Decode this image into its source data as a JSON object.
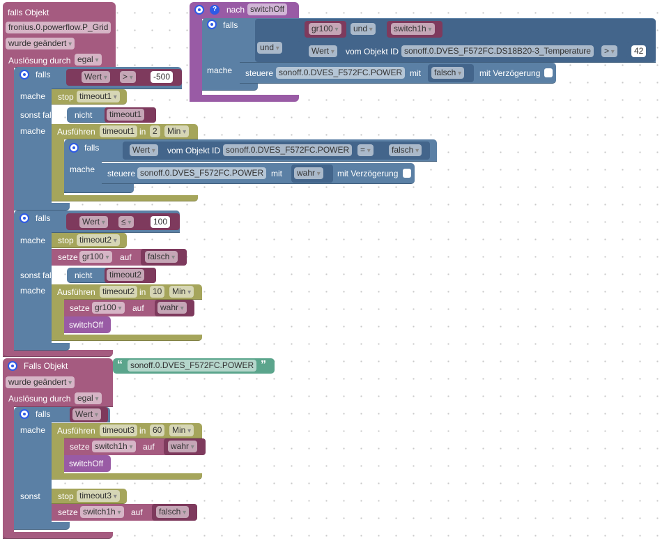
{
  "block1": {
    "header": "falls Objekt",
    "object_id": "fronius.0.powerflow.P_Grid",
    "trigger": "wurde geändert",
    "ausloesung_label": "Auslösung durch",
    "ausloesung_value": "egal",
    "if1": {
      "falls": "falls",
      "wert": "Wert",
      "op": ">",
      "value": "-500",
      "mache": "mache",
      "stop_label": "stop",
      "stop_timer": "timeout1",
      "sonst_falls": "sonst falls",
      "nicht": "nicht",
      "nicht_timer": "timeout1",
      "mache2": "mache",
      "ausfuehren": "Ausführen",
      "timer": "timeout1",
      "in": "in",
      "time": "2",
      "unit": "Min",
      "inner_falls": "falls",
      "inner_wert": "Wert",
      "inner_vom": "vom Objekt ID",
      "inner_id": "sonoff.0.DVES_F572FC.POWER",
      "inner_op": "=",
      "inner_val": "falsch",
      "inner_mache": "mache",
      "steuere": "steuere",
      "steuere_id": "sonoff.0.DVES_F572FC.POWER",
      "mit": "mit",
      "steuere_val": "wahr",
      "mit_verz": "mit Verzögerung"
    },
    "if2": {
      "falls": "falls",
      "wert": "Wert",
      "op": "≤",
      "value": "100",
      "mache": "mache",
      "stop_label": "stop",
      "stop_timer": "timeout2",
      "setze": "setze",
      "setze_var": "gr100",
      "auf": "auf",
      "setze_val": "falsch",
      "sonst_falls": "sonst falls",
      "nicht": "nicht",
      "nicht_timer": "timeout2",
      "mache2": "mache",
      "ausfuehren": "Ausführen",
      "timer": "timeout2",
      "in": "in",
      "time": "10",
      "unit": "Min",
      "setze2": "setze",
      "setze2_var": "gr100",
      "auf2": "auf",
      "setze2_val": "wahr",
      "call": "switchOff"
    }
  },
  "block2": {
    "header": "Falls Objekt",
    "object_id": "sonoff.0.DVES_F572FC.POWER",
    "trigger": "wurde geändert",
    "ausloesung_label": "Auslösung durch",
    "ausloesung_value": "egal",
    "falls": "falls",
    "wert": "Wert",
    "mache": "mache",
    "ausfuehren": "Ausführen",
    "timer": "timeout3",
    "in": "in",
    "time": "60",
    "unit": "Min",
    "setze": "setze",
    "setze_var": "switch1h",
    "auf": "auf",
    "setze_val": "wahr",
    "call": "switchOff",
    "sonst": "sonst",
    "stop_label": "stop",
    "stop_timer": "timeout3",
    "setze2": "setze",
    "setze2_var": "switch1h",
    "auf2": "auf",
    "setze2_val": "falsch"
  },
  "block3": {
    "nach": "nach",
    "name": "switchOff",
    "falls": "falls",
    "var1": "gr100",
    "und1": "und",
    "var2": "switch1h",
    "und2": "und",
    "wert": "Wert",
    "vom": "vom Objekt ID",
    "id": "sonoff.0.DVES_F572FC.DS18B20-3_Temperature",
    "op": ">",
    "value": "42",
    "mache": "mache",
    "steuere": "steuere",
    "steuere_id": "sonoff.0.DVES_F572FC.POWER",
    "mit": "mit",
    "steuere_val": "falsch",
    "mit_verz": "mit Verzögerung"
  },
  "colors": {
    "event": "#a55b80",
    "control": "#5b80a5",
    "timer": "#a5a55b",
    "variable": "#a55b80",
    "function": "#995ba5",
    "text": "#5ba58c",
    "gear": "#2d5ae6"
  },
  "icons": [
    "gear-icon",
    "help-icon",
    "checkbox-icon",
    "quote-icon"
  ]
}
